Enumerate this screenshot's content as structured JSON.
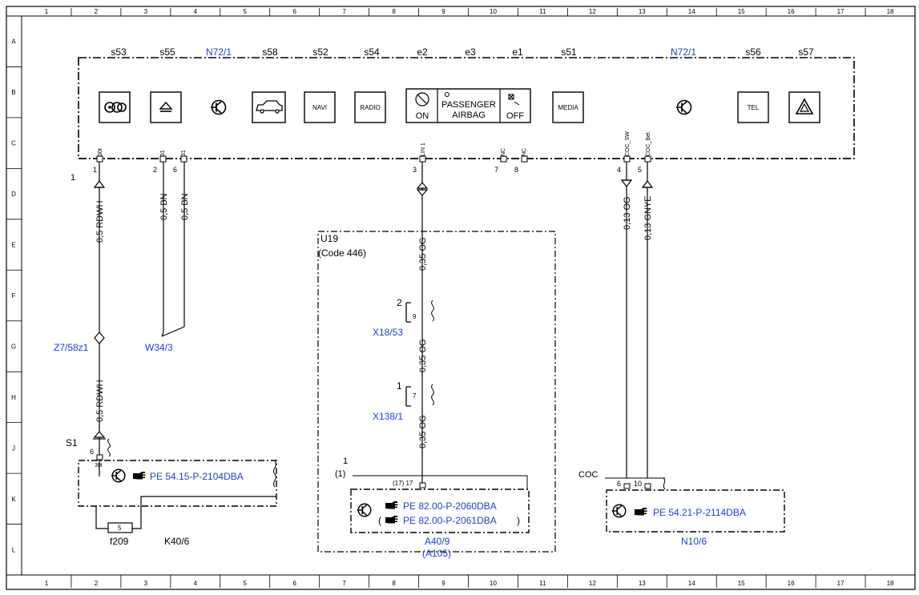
{
  "grid": {
    "cols": [
      "1",
      "2",
      "3",
      "4",
      "5",
      "6",
      "7",
      "8",
      "9",
      "10",
      "11",
      "12",
      "13",
      "14",
      "15",
      "16",
      "17",
      "18"
    ],
    "rows": [
      "A",
      "B",
      "C",
      "D",
      "E",
      "F",
      "G",
      "H",
      "J",
      "K",
      "L"
    ]
  },
  "panel": {
    "switch_labels": [
      "s53",
      "s55",
      "N72/1",
      "s58",
      "s52",
      "s54",
      "e2",
      "e3",
      "e1",
      "s51",
      "N72/1",
      "s56",
      "s57"
    ],
    "buttons": {
      "navi": "NAVI",
      "radio": "RADIO",
      "on": "ON",
      "passenger": "PASSENGER",
      "airbag": "AIRBAG",
      "off": "OFF",
      "media": "MEDIA",
      "tel": "TEL"
    },
    "pin_labels": [
      "30t",
      "31",
      "31",
      "LIN 1",
      "NC",
      "NC",
      "COC_SW",
      "COC_Bel."
    ],
    "pin_numbers": [
      "1",
      "2",
      "6",
      "3",
      "7",
      "8",
      "4",
      "5"
    ],
    "connector_mark": "1"
  },
  "wires": {
    "w_rdwh": "0,5 RDWH",
    "w_bn1": "0,5 BN",
    "w_bn2": "0,5 BN",
    "w_og1": "0,35 OG",
    "w_og2": "0,35 OG",
    "w_og3": "0,35 OG",
    "w_og013": "0,13 OG",
    "w_gnye": "0,13 GNYE",
    "w_rdwh2": "0,5 RDWH"
  },
  "components": {
    "u19": "U19",
    "u19_code": "(Code 446)",
    "x18": "X18/53",
    "x18_pin_num": "2",
    "x18_pin": "9",
    "x138": "X138/1",
    "x138_pin_num": "1",
    "x138_pin": "7",
    "z7": "Z7/58z1",
    "w34": "W34/3",
    "s1": "S1",
    "s1_pin": "6",
    "s1_pin_label": "30t",
    "fuse": "5",
    "f209": "f209",
    "k40": "K40/6",
    "a40_mark": "1",
    "a40_mark2": "(1)",
    "a40_pin": "(17) 17",
    "a40": "A40/9",
    "a105": "(A105)",
    "coc": "COC",
    "coc_pin1": "6",
    "coc_pin2": "10",
    "n10": "N10/6"
  },
  "refs": {
    "k40_ref": "PE 54.15-P-2104DBA",
    "a40_ref1": "PE 82.00-P-2060DBA",
    "a40_ref2": "PE 82.00-P-2061DBA",
    "a40_open": "(",
    "a40_close": ")",
    "n10_ref": "PE 54.21-P-2114DBA"
  }
}
